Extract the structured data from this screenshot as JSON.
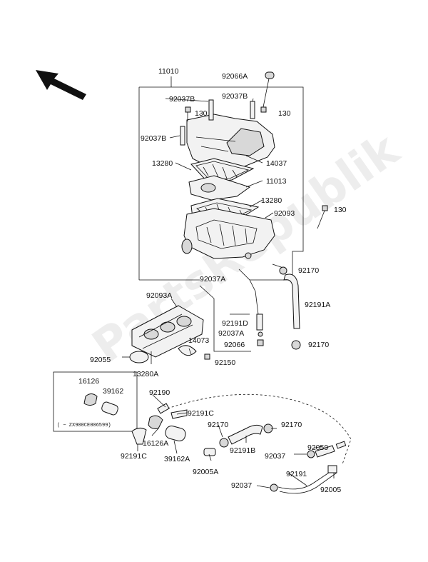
{
  "diagram": {
    "watermark": "PartsRepublik",
    "note": "( ~ ZX900CE006599)",
    "labels": {
      "p11010": "11010",
      "p92066A": "92066A",
      "p92037B_1": "92037B",
      "p92037B_2": "92037B",
      "p92037B_3": "92037B",
      "p130_1": "130",
      "p130_2": "130",
      "p130_3": "130",
      "p13280_1": "13280",
      "p14037": "14037",
      "p11013": "11013",
      "p13280_2": "13280",
      "p92093": "92093",
      "p92037A": "92037A",
      "p92170_1": "92170",
      "p92191A": "92191A",
      "p92093A": "92093A",
      "p92191D": "92191D",
      "p92037A_2": "92037A",
      "p92066": "92066",
      "p92170_2": "92170",
      "p14073": "14073",
      "p92055": "92055",
      "p13280A": "13280A",
      "p92150": "92150",
      "p16126": "16126",
      "p39162": "39162",
      "p92190": "92190",
      "p92191C_1": "92191C",
      "p92170_3": "92170",
      "p92170_4": "92170",
      "p16126A": "16126A",
      "p92191C_2": "92191C",
      "p39162A": "39162A",
      "p92191B": "92191B",
      "p92059": "92059",
      "p92037_1": "92037",
      "p92005A": "92005A",
      "p92191": "92191",
      "p92037_2": "92037",
      "p92005": "92005"
    }
  }
}
